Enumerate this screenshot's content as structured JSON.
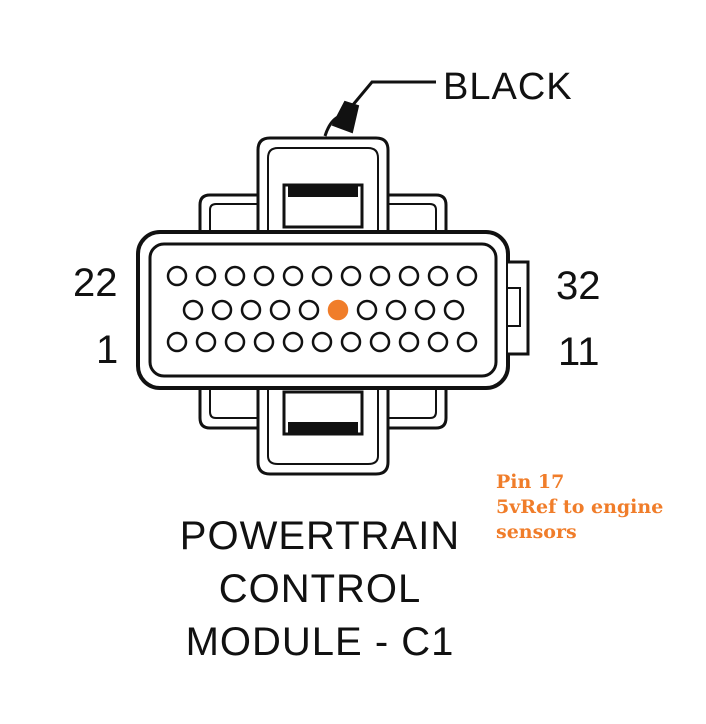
{
  "wire_color_label": "BLACK",
  "pin_numbers": {
    "top_left": "22",
    "bottom_left": "1",
    "top_right": "32",
    "bottom_right": "11"
  },
  "title_lines": [
    "POWERTRAIN",
    "CONTROL",
    "MODULE - C1"
  ],
  "annotation": {
    "lines": [
      "Pin 17",
      "5vRef to engine",
      "sensors"
    ],
    "color": "#f07d2a"
  },
  "connector": {
    "rows": [
      {
        "count": 11
      },
      {
        "count": 10
      },
      {
        "count": 11
      }
    ],
    "highlighted_pin": {
      "row": 1,
      "index": 5
    }
  },
  "colors": {
    "line": "#111111",
    "background": "#ffffff",
    "highlight": "#f07d2a"
  }
}
